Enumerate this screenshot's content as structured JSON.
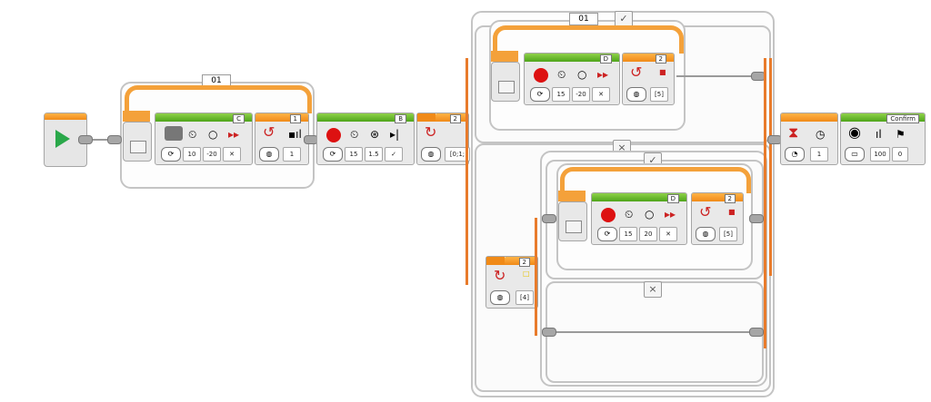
{
  "loops": {
    "outer_left": {
      "name": "01"
    },
    "top": {
      "name": "01"
    }
  },
  "blocks": {
    "motor_c": {
      "port": "C",
      "params": [
        "10",
        "-20"
      ]
    },
    "sensor_1": {
      "port": "1",
      "params": [
        "1"
      ]
    },
    "motor_b": {
      "port": "B",
      "params": [
        "15",
        "1.5"
      ]
    },
    "sensor_2": {
      "port": "2",
      "params": [
        "[0;1;"
      ]
    },
    "motor_d_top": {
      "port": "D",
      "params": [
        "15",
        "-20"
      ]
    },
    "sensor_2_top": {
      "port": "2",
      "params": [
        "[5]"
      ]
    },
    "motor_d_mid": {
      "port": "D",
      "params": [
        "15",
        "20"
      ]
    },
    "sensor_2_mid": {
      "port": "2",
      "params": [
        "[5]"
      ]
    },
    "switch_inner": {
      "port": "2",
      "params": [
        "[4]"
      ]
    },
    "wait": {
      "params": [
        "1"
      ]
    },
    "sound": {
      "port": "Confirm",
      "params": [
        "100",
        "0"
      ]
    }
  },
  "case_tabs": {
    "check": "✓",
    "cross": "×"
  },
  "icons": [
    "play-icon",
    "motor-icon",
    "gauge-icon",
    "circle-icon",
    "brake-icon",
    "sensor-icon",
    "hourglass-icon",
    "speaker-icon",
    "check-icon",
    "cross-icon"
  ]
}
